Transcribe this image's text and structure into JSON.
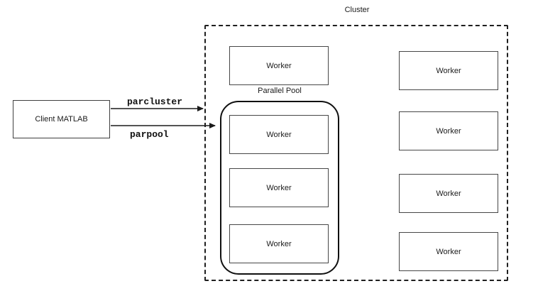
{
  "cluster": {
    "label": "Cluster"
  },
  "client": {
    "label": "Client MATLAB"
  },
  "pool": {
    "label": "Parallel Pool"
  },
  "arrows": [
    {
      "label": "parcluster",
      "from": "Client MATLAB",
      "to": "Cluster"
    },
    {
      "label": "parpool",
      "from": "Client MATLAB",
      "to": "Parallel Pool"
    }
  ],
  "workers": {
    "cluster_top": "Worker",
    "pool": [
      "Worker",
      "Worker",
      "Worker"
    ],
    "right": [
      "Worker",
      "Worker",
      "Worker",
      "Worker"
    ]
  },
  "colors": {
    "line": "#1a1a1a",
    "thin_border": "#474747",
    "background": "#ffffff"
  }
}
